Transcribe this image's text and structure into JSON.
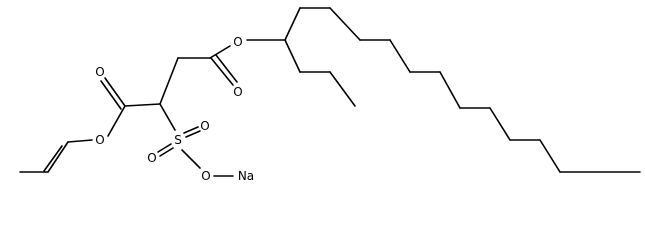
{
  "diagram": {
    "type": "skeletal-structure",
    "atom_labels": {
      "o_ester_right": "O",
      "o_carbonyl_right": "O",
      "o_carbonyl_left": "O",
      "o_ester_left": "O",
      "s_sulfonyl": "S",
      "o_sulfonyl_left": "O",
      "o_sulfonyl_right": "O",
      "o_sulfonate": "O",
      "na": "Na"
    },
    "colors": {
      "bond": "#000000",
      "text": "#000000",
      "background": "#ffffff"
    }
  }
}
